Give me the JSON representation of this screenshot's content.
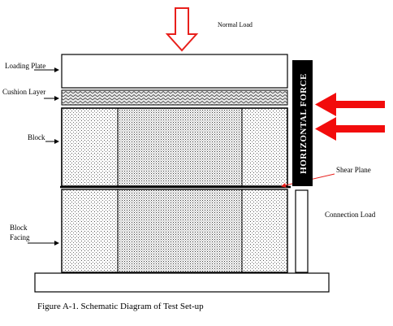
{
  "labels": {
    "normal_load": "Normal Load",
    "loading_plate": "Loading Plate",
    "cushion_layer": "Cushion Layer",
    "block": "Block",
    "block_facing_line1": "Block",
    "block_facing_line2": "Facing",
    "horizontal_force": "HORIZONTAL FORCE",
    "shear_plane": "Shear Plane",
    "connection_load": "Connection Load"
  },
  "caption": "Figure A-1.  Schematic Diagram of Test Set-up",
  "colors": {
    "load_arrow": "#e8201c",
    "force_arrow": "#f20c0c",
    "force_bar": "#000000",
    "line": "#000000"
  }
}
